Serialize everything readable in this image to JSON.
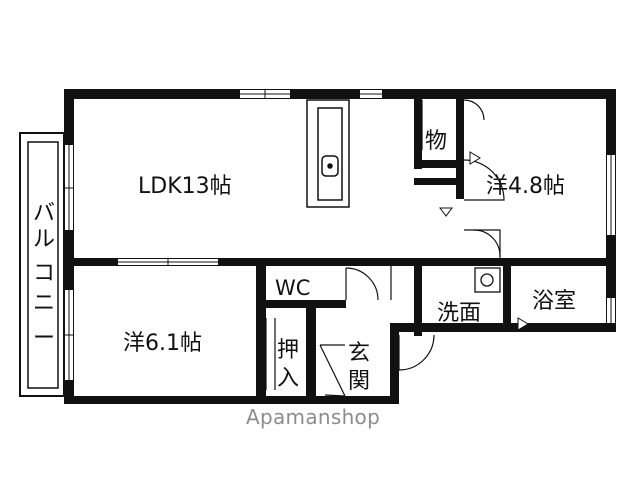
{
  "rooms": {
    "ldk": "LDK13帖",
    "western_small": "洋4.8帖",
    "western_large": "洋6.1帖",
    "storage": "物",
    "wc": "WC",
    "washroom": "洗面",
    "bathroom": "浴室",
    "closet_1": "押",
    "closet_2": "入",
    "entrance_1": "玄",
    "entrance_2": "関",
    "balcony": [
      "バ",
      "ル",
      "コ",
      "ニ",
      "ー"
    ]
  },
  "watermark": "Apamanshop"
}
